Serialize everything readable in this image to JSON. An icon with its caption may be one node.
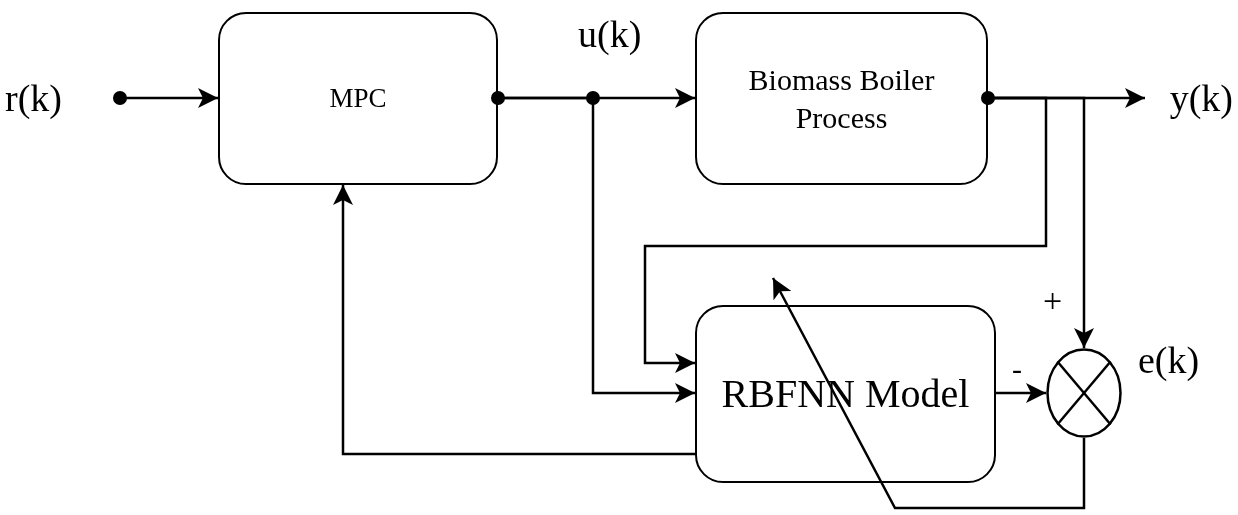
{
  "diagram": {
    "nodes": [
      {
        "text": [
          "r(k)"
        ]
      },
      {
        "text": [
          "MPC"
        ]
      },
      {
        "text": [
          "Biomass Boiler Process"
        ]
      },
      {
        "text": [
          "RBFNN Model"
        ]
      },
      {
        "text": [],
        "shape": "circle",
        "beside": [
          "e(k)"
        ]
      },
      {
        "text": [
          "y(k)"
        ]
      }
    ],
    "edges": [
      {
        "from": 0,
        "to": 1,
        "arrow": "to"
      },
      {
        "from": 1,
        "to": 2,
        "arrow": "to",
        "label": "u(k)"
      },
      {
        "from": 2,
        "to": 5,
        "arrow": "to"
      },
      {
        "from": 1,
        "to": 3,
        "arrow": "to"
      },
      {
        "from": 2,
        "to": 3,
        "arrow": "to"
      },
      {
        "from": 2,
        "to": 4,
        "arrow": "to",
        "label": "+"
      },
      {
        "from": 3,
        "to": 4,
        "arrow": "to",
        "label": "-"
      },
      {
        "from": 3,
        "to": 1,
        "arrow": "to"
      },
      {
        "from": 4,
        "to": 3,
        "arrow": "to"
      }
    ]
  }
}
